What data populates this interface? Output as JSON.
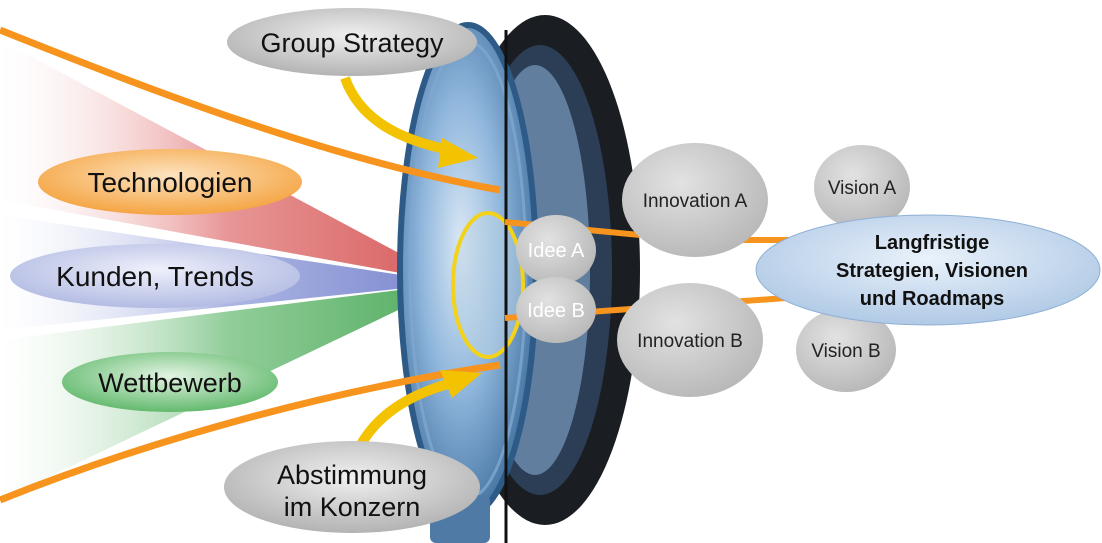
{
  "inputs": {
    "group_strategy": "Group Strategy",
    "technologien": "Technologien",
    "kunden_trends": "Kunden, Trends",
    "wettbewerb": "Wettbewerb",
    "abstimmung_line1": "Abstimmung",
    "abstimmung_line2": "im Konzern"
  },
  "ideas": {
    "idee_a": "Idee A",
    "idee_b": "Idee B"
  },
  "innovations": {
    "innovation_a": "Innovation A",
    "innovation_b": "Innovation B"
  },
  "visions": {
    "vision_a": "Vision A",
    "vision_b": "Vision B"
  },
  "result": {
    "line1": "Langfristige",
    "line2": "Strategien, Visionen",
    "line3": "und Roadmaps"
  },
  "colors": {
    "orange": "#f7941d",
    "gray_bubble": "#c8c8c8",
    "lens_blue": "#5b9bd5",
    "lens_ring": "#1a1d22",
    "result_blue": "#b9d2ea"
  }
}
